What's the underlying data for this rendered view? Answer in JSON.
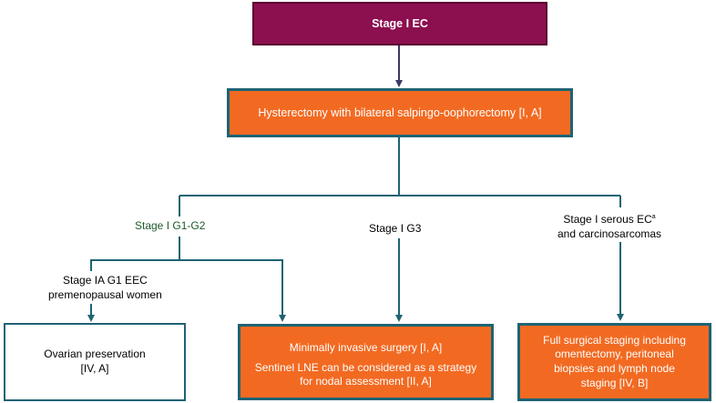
{
  "root": {
    "label": "Stage I EC"
  },
  "surgery": {
    "label": "Hysterectomy with bilateral salpingo-oophorectomy [I, A]"
  },
  "branches": {
    "g1g2": {
      "label": "Stage I G1-G2"
    },
    "g3": {
      "label": "Stage I G3"
    },
    "serous": {
      "line1": "Stage I serous EC",
      "sup": "a",
      "line2": "and carcinosarcomas"
    },
    "ia_g1": {
      "line1": "Stage IA G1 EEC",
      "line2": "premenopausal women"
    }
  },
  "outcomes": {
    "ovarian": {
      "line1": "Ovarian preservation",
      "line2": "[IV, A]"
    },
    "minimally_invasive": {
      "line1": "Minimally invasive surgery [I, A]",
      "line2": "Sentinel LNE can be considered as a strategy",
      "line3": "for nodal assessment [II, A]"
    },
    "full_staging": {
      "line1": "Full surgical staging including",
      "line2": "omentectomy, peritoneal",
      "line3": "biopsies and lymph node",
      "line4": "staging [IV, B]"
    }
  },
  "colors": {
    "root_fill": "#8c0f4f",
    "box_fill": "#f26a22",
    "border": "#1e6374",
    "connector": "#1e6374",
    "branch_label_green": "#1d5a2c"
  }
}
